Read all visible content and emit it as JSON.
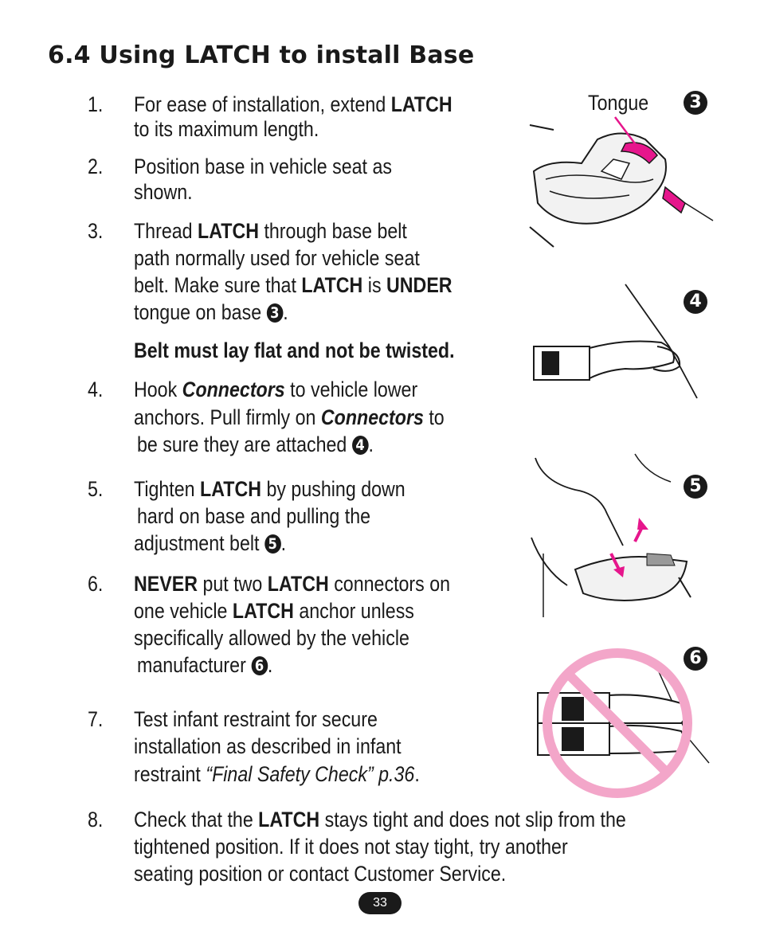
{
  "heading": "6.4 Using LATCH to install Base",
  "steps": {
    "s1": {
      "num": "1.",
      "l1a": "For ease of installation, extend ",
      "l1b": "LATCH",
      "l2": "to its maximum length."
    },
    "s2": {
      "num": "2.",
      "l1": "Position base in vehicle seat as",
      "l2": "shown."
    },
    "s3": {
      "num": "3.",
      "l1a": "Thread ",
      "l1b": "LATCH",
      "l1c": " through base belt",
      "l2": "path normally used for vehicle seat",
      "l3a": "belt. Make sure that ",
      "l3b": "LATCH",
      "l3c": " is ",
      "l3d": "UNDER",
      "l4a": "tongue on base ",
      "l4b": "3",
      "l4c": ".",
      "warn": "Belt must lay flat and not be twisted."
    },
    "s4": {
      "num": "4.",
      "l1a": "Hook ",
      "l1b": "Connectors",
      "l1c": " to vehicle lower",
      "l2a": "anchors. Pull firmly on ",
      "l2b": "Connectors",
      "l2c": " to",
      "l3a": "be sure they are attached ",
      "l3b": "4",
      "l3c": "."
    },
    "s5": {
      "num": "5.",
      "l1a": "Tighten ",
      "l1b": "LATCH",
      "l1c": " by pushing down",
      "l2": "hard on base and pulling the",
      "l3a": "adjustment belt ",
      "l3b": "5",
      "l3c": "."
    },
    "s6": {
      "num": "6.",
      "l1a": "NEVER",
      "l1b": " put two ",
      "l1c": "LATCH",
      "l1d": " connectors on",
      "l2a": "one vehicle ",
      "l2b": "LATCH",
      "l2c": " anchor unless",
      "l3": "specifically allowed by the vehicle",
      "l4a": "manufacturer ",
      "l4b": "6",
      "l4c": "."
    },
    "s7": {
      "num": "7.",
      "l1": "Test infant restraint for secure",
      "l2": "installation as described in infant",
      "l3a": "restraint ",
      "l3b": "“Final Safety Check” p.36",
      "l3c": "."
    },
    "s8": {
      "num": "8.",
      "l1a": "Check that the ",
      "l1b": "LATCH",
      "l1c": " stays tight and does not slip from the",
      "l2": "tightened position. If it does not stay tight, try another",
      "l3": "seating position or contact Customer Service."
    }
  },
  "figures": {
    "tongue_label": "Tongue",
    "fig3": "3",
    "fig4": "4",
    "fig5": "5",
    "fig6": "6"
  },
  "colors": {
    "accent": "#e6168c",
    "prohibit": "#f3a6c9",
    "ink": "#1a1a1a"
  },
  "page_number": "33"
}
